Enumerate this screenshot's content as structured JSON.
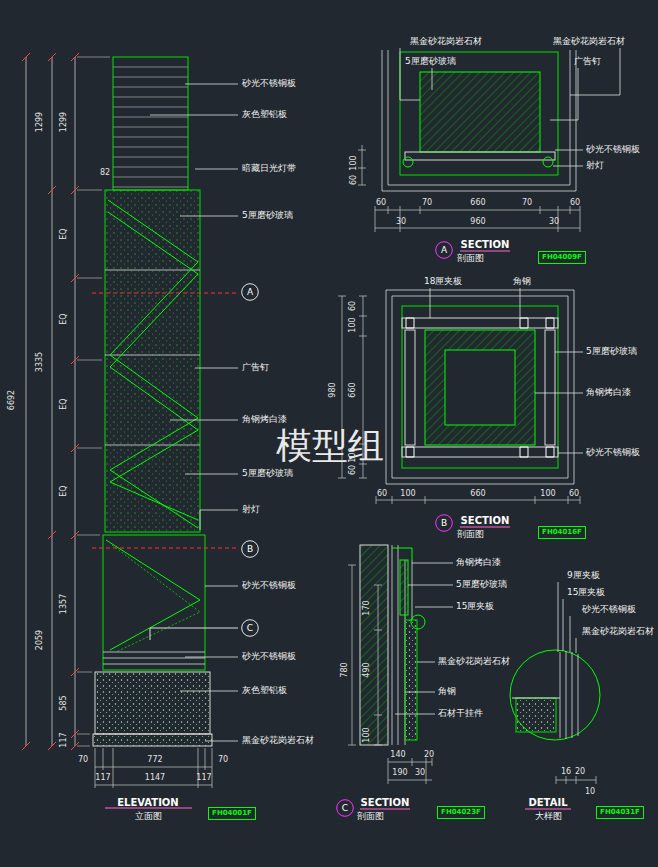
{
  "diagram": {
    "nodes": [
      {
        "text": [
          "A"
        ]
      },
      {
        "text": [
          "FH04009F"
        ]
      },
      {
        "text": [
          "A"
        ]
      },
      {
        "text": [
          "B"
        ]
      },
      {
        "text": [
          "FH04016F"
        ]
      },
      {
        "text": [
          "B"
        ]
      },
      {
        "text": [
          "C"
        ]
      },
      {
        "text": [
          "FH04001F"
        ]
      },
      {
        "text": [
          "C"
        ]
      },
      {
        "text": [
          "FH04023F"
        ]
      },
      {
        "text": [
          "FH04031F"
        ]
      }
    ],
    "labels": [
      "6692",
      "1299",
      "3335",
      "2059",
      "1299",
      "EQ",
      "EQ",
      "EQ",
      "EQ",
      "1357",
      "585",
      "117",
      "82",
      "砂光不锈铜板",
      "灰色塑铝板",
      "暗藏日光灯带",
      "5厘磨砂玻璃",
      "广告钉",
      "角钢烤白漆",
      "5厘磨砂玻璃",
      "射灯",
      "砂光不锈铜板",
      "砂光不锈铜板",
      "灰色塑铝板",
      "黑金砂花岗岩石材",
      "70",
      "772",
      "70",
      "117",
      "1147",
      "117",
      "ELEVATION",
      "立面图",
      "模型组",
      "黑金砂花岗岩石材",
      "黑金砂花岗岩石材",
      "5厘磨砂玻璃",
      "广告钉",
      "砂光不锈铜板",
      "射灯",
      "100",
      "60",
      "60",
      "70",
      "660",
      "70",
      "60",
      "30",
      "960",
      "30",
      "SECTION",
      "剖面图",
      "18厘夹板",
      "角钢",
      "5厘磨砂玻璃",
      "角钢烤白漆",
      "砂光不锈铜板",
      "60",
      "100",
      "980",
      "660",
      "100",
      "60",
      "60",
      "100",
      "660",
      "100",
      "60",
      "SECTION",
      "剖面图",
      "角钢烤白漆",
      "5厘磨砂玻璃",
      "15厘夹板",
      "黑金砂花岗岩石材",
      "角钢",
      "石材干挂件",
      "170",
      "490",
      "780",
      "100",
      "140",
      "20",
      "190",
      "30",
      "SECTION",
      "剖面图",
      "9厘夹板",
      "15厘夹板",
      "砂光不锈铜板",
      "黑金砂花岗岩石材",
      "16",
      "20",
      "10",
      "DETAIL",
      "大样图"
    ]
  }
}
